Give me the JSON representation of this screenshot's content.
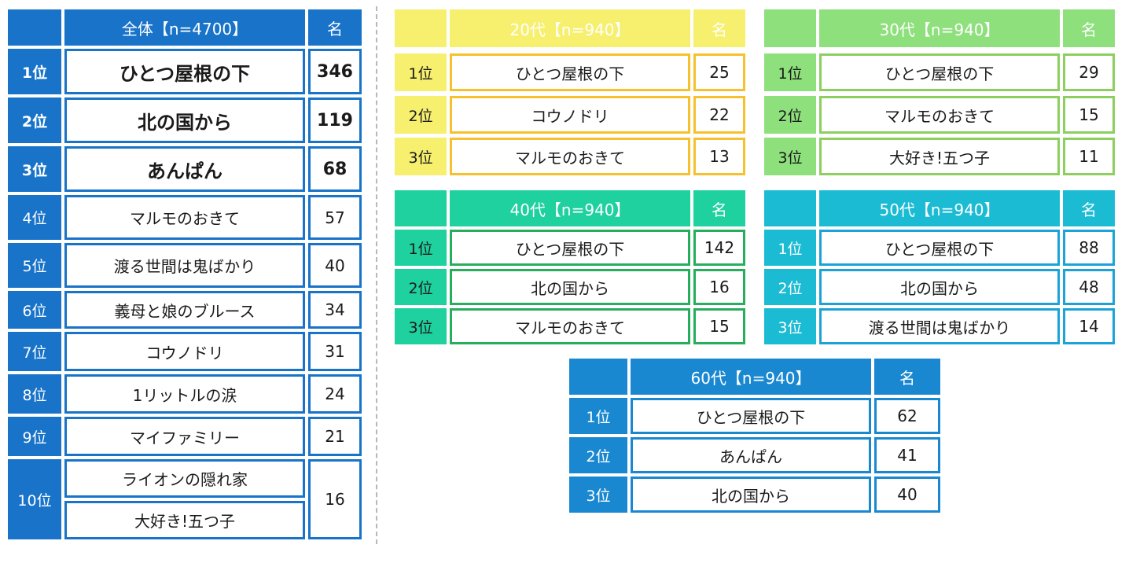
{
  "tables": [
    {
      "key": "overall",
      "header": {
        "label": "",
        "title": "全体【n=4700】",
        "unit": "名"
      },
      "colors": {
        "header_bg": "#1873c9",
        "rank_bg": "#1873c9",
        "cell_border": "#1873c9",
        "rank_text": "light"
      },
      "rows": [
        {
          "rank": "1位",
          "titles": [
            "ひとつ屋根の下"
          ],
          "count": "346",
          "emphasis": true
        },
        {
          "rank": "2位",
          "titles": [
            "北の国から"
          ],
          "count": "119",
          "emphasis": true
        },
        {
          "rank": "3位",
          "titles": [
            "あんぱん"
          ],
          "count": "68",
          "emphasis": true
        },
        {
          "rank": "4位",
          "titles": [
            "マルモのおきて"
          ],
          "count": "57",
          "emphasis": false
        },
        {
          "rank": "5位",
          "titles": [
            "渡る世間は鬼ばかり"
          ],
          "count": "40",
          "emphasis": false
        },
        {
          "rank": "6位",
          "titles": [
            "義母と娘のブルース"
          ],
          "count": "34",
          "emphasis": false
        },
        {
          "rank": "7位",
          "titles": [
            "コウノドリ"
          ],
          "count": "31",
          "emphasis": false
        },
        {
          "rank": "8位",
          "titles": [
            "1リットルの涙"
          ],
          "count": "24",
          "emphasis": false
        },
        {
          "rank": "9位",
          "titles": [
            "マイファミリー"
          ],
          "count": "21",
          "emphasis": false
        },
        {
          "rank": "10位",
          "titles": [
            "ライオンの隠れ家",
            "大好き!五つ子"
          ],
          "count": "16",
          "emphasis": false
        }
      ]
    },
    {
      "key": "20s",
      "header": {
        "label": "",
        "title": "20代【n=940】",
        "unit": "名"
      },
      "colors": {
        "header_bg": "#f7ef6e",
        "rank_bg": "#f7ef6e",
        "cell_border": "#f6c12c",
        "rank_text": "dark"
      },
      "rows": [
        {
          "rank": "1位",
          "titles": [
            "ひとつ屋根の下"
          ],
          "count": "25"
        },
        {
          "rank": "2位",
          "titles": [
            "コウノドリ"
          ],
          "count": "22"
        },
        {
          "rank": "3位",
          "titles": [
            "マルモのおきて"
          ],
          "count": "13"
        }
      ]
    },
    {
      "key": "30s",
      "header": {
        "label": "",
        "title": "30代【n=940】",
        "unit": "名"
      },
      "colors": {
        "header_bg": "#8ee07c",
        "rank_bg": "#8ee07c",
        "cell_border": "#8ccf5f",
        "rank_text": "dark"
      },
      "rows": [
        {
          "rank": "1位",
          "titles": [
            "ひとつ屋根の下"
          ],
          "count": "29"
        },
        {
          "rank": "2位",
          "titles": [
            "マルモのおきて"
          ],
          "count": "15"
        },
        {
          "rank": "3位",
          "titles": [
            "大好き!五つ子"
          ],
          "count": "11"
        }
      ]
    },
    {
      "key": "40s",
      "header": {
        "label": "",
        "title": "40代【n=940】",
        "unit": "名"
      },
      "colors": {
        "header_bg": "#1ed19f",
        "rank_bg": "#1ed19f",
        "cell_border": "#27ae5c",
        "rank_text": "dark"
      },
      "rows": [
        {
          "rank": "1位",
          "titles": [
            "ひとつ屋根の下"
          ],
          "count": "142"
        },
        {
          "rank": "2位",
          "titles": [
            "北の国から"
          ],
          "count": "16"
        },
        {
          "rank": "3位",
          "titles": [
            "マルモのおきて"
          ],
          "count": "15"
        }
      ]
    },
    {
      "key": "50s",
      "header": {
        "label": "",
        "title": "50代【n=940】",
        "unit": "名"
      },
      "colors": {
        "header_bg": "#1bbcd3",
        "rank_bg": "#1bbcd3",
        "cell_border": "#1ba3d8",
        "rank_text": "light"
      },
      "rows": [
        {
          "rank": "1位",
          "titles": [
            "ひとつ屋根の下"
          ],
          "count": "88"
        },
        {
          "rank": "2位",
          "titles": [
            "北の国から"
          ],
          "count": "48"
        },
        {
          "rank": "3位",
          "titles": [
            "渡る世間は鬼ばかり"
          ],
          "count": "14"
        }
      ]
    },
    {
      "key": "60s",
      "header": {
        "label": "",
        "title": "60代【n=940】",
        "unit": "名"
      },
      "colors": {
        "header_bg": "#1a88d1",
        "rank_bg": "#1a88d1",
        "cell_border": "#1a88d1",
        "rank_text": "light"
      },
      "rows": [
        {
          "rank": "1位",
          "titles": [
            "ひとつ屋根の下"
          ],
          "count": "62"
        },
        {
          "rank": "2位",
          "titles": [
            "あんぱん"
          ],
          "count": "41"
        },
        {
          "rank": "3位",
          "titles": [
            "北の国から"
          ],
          "count": "40"
        }
      ]
    }
  ],
  "chart_data": {
    "type": "table",
    "unit": "名",
    "tables": [
      {
        "title": "全体【n=4700】",
        "rows": [
          {
            "rank": "1位",
            "titles": [
              "ひとつ屋根の下"
            ],
            "value": 346
          },
          {
            "rank": "2位",
            "titles": [
              "北の国から"
            ],
            "value": 119
          },
          {
            "rank": "3位",
            "titles": [
              "あんぱん"
            ],
            "value": 68
          },
          {
            "rank": "4位",
            "titles": [
              "マルモのおきて"
            ],
            "value": 57
          },
          {
            "rank": "5位",
            "titles": [
              "渡る世間は鬼ばかり"
            ],
            "value": 40
          },
          {
            "rank": "6位",
            "titles": [
              "義母と娘のブルース"
            ],
            "value": 34
          },
          {
            "rank": "7位",
            "titles": [
              "コウノドリ"
            ],
            "value": 31
          },
          {
            "rank": "8位",
            "titles": [
              "1リットルの涙"
            ],
            "value": 24
          },
          {
            "rank": "9位",
            "titles": [
              "マイファミリー"
            ],
            "value": 21
          },
          {
            "rank": "10位",
            "titles": [
              "ライオンの隠れ家",
              "大好き!五つ子"
            ],
            "value": 16
          }
        ]
      },
      {
        "title": "20代【n=940】",
        "rows": [
          {
            "rank": "1位",
            "titles": [
              "ひとつ屋根の下"
            ],
            "value": 25
          },
          {
            "rank": "2位",
            "titles": [
              "コウノドリ"
            ],
            "value": 22
          },
          {
            "rank": "3位",
            "titles": [
              "マルモのおきて"
            ],
            "value": 13
          }
        ]
      },
      {
        "title": "30代【n=940】",
        "rows": [
          {
            "rank": "1位",
            "titles": [
              "ひとつ屋根の下"
            ],
            "value": 29
          },
          {
            "rank": "2位",
            "titles": [
              "マルモのおきて"
            ],
            "value": 15
          },
          {
            "rank": "3位",
            "titles": [
              "大好き!五つ子"
            ],
            "value": 11
          }
        ]
      },
      {
        "title": "40代【n=940】",
        "rows": [
          {
            "rank": "1位",
            "titles": [
              "ひとつ屋根の下"
            ],
            "value": 142
          },
          {
            "rank": "2位",
            "titles": [
              "北の国から"
            ],
            "value": 16
          },
          {
            "rank": "3位",
            "titles": [
              "マルモのおきて"
            ],
            "value": 15
          }
        ]
      },
      {
        "title": "50代【n=940】",
        "rows": [
          {
            "rank": "1位",
            "titles": [
              "ひとつ屋根の下"
            ],
            "value": 88
          },
          {
            "rank": "2位",
            "titles": [
              "北の国から"
            ],
            "value": 48
          },
          {
            "rank": "3位",
            "titles": [
              "渡る世間は鬼ばかり"
            ],
            "value": 14
          }
        ]
      },
      {
        "title": "60代【n=940】",
        "rows": [
          {
            "rank": "1位",
            "titles": [
              "ひとつ屋根の下"
            ],
            "value": 62
          },
          {
            "rank": "2位",
            "titles": [
              "あんぱん"
            ],
            "value": 41
          },
          {
            "rank": "3位",
            "titles": [
              "北の国から"
            ],
            "value": 40
          }
        ]
      }
    ]
  }
}
